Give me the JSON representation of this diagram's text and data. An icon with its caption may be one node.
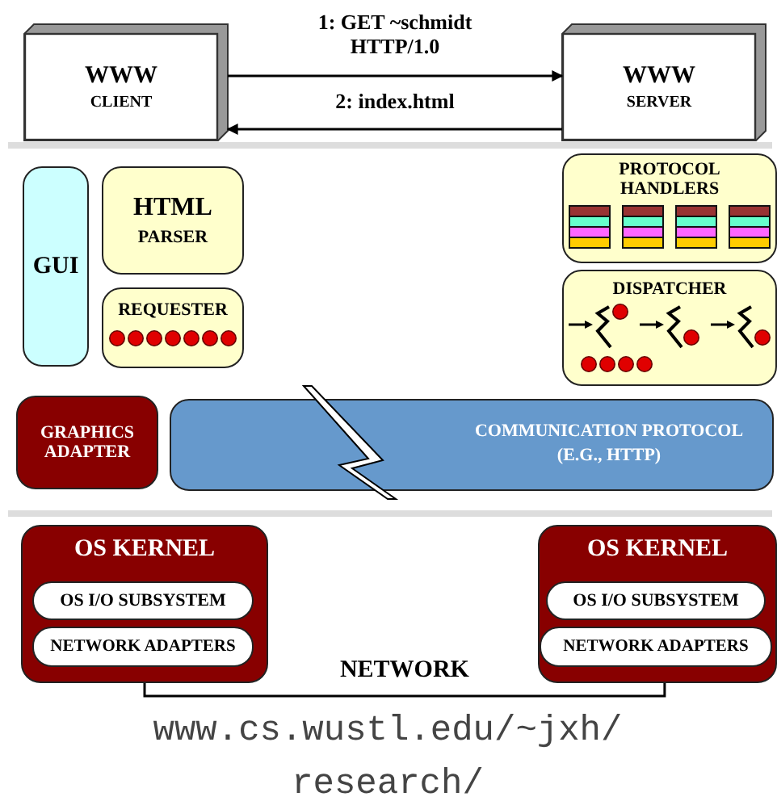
{
  "diagram": {
    "nodes": [
      {
        "text": [
          "WWW",
          "CLIENT"
        ]
      },
      {
        "text": [
          "WWW",
          "SERVER"
        ]
      },
      {
        "text": [
          "GUI"
        ]
      },
      {
        "text": [
          "HTML",
          "PARSER"
        ]
      },
      {
        "text": [
          "REQUESTER"
        ]
      },
      {
        "text": [
          "PROTOCOL HANDLERS"
        ]
      },
      {
        "text": [
          "DISPATCHER"
        ]
      },
      {
        "text": [
          "GRAPHICS ADAPTER"
        ]
      },
      {
        "text": [
          "COMMUNICATION PROTOCOL",
          "(E.G., HTTP)"
        ]
      },
      {
        "text": [
          "OS KERNEL"
        ]
      },
      {
        "text": [
          "OS I/O SUBSYSTEM"
        ],
        "in": 9
      },
      {
        "text": [
          "NETWORK ADAPTERS"
        ],
        "in": 9
      },
      {
        "text": [
          "OS KERNEL"
        ]
      },
      {
        "text": [
          "OS I/O SUBSYSTEM"
        ],
        "in": 12
      },
      {
        "text": [
          "NETWORK ADAPTERS"
        ],
        "in": 12
      }
    ],
    "edges": [
      {
        "from": 0,
        "to": 1,
        "arrow": "to",
        "label": "1: GET ~schmidt HTTP/1.0"
      },
      {
        "from": 1,
        "to": 0,
        "arrow": "to",
        "label": "2: index.html"
      },
      {
        "from": 9,
        "to": 12,
        "arrow": "none",
        "label": "NETWORK"
      }
    ],
    "labels": [
      "www.cs.wustl.edu/~jxh/ research/"
    ]
  }
}
